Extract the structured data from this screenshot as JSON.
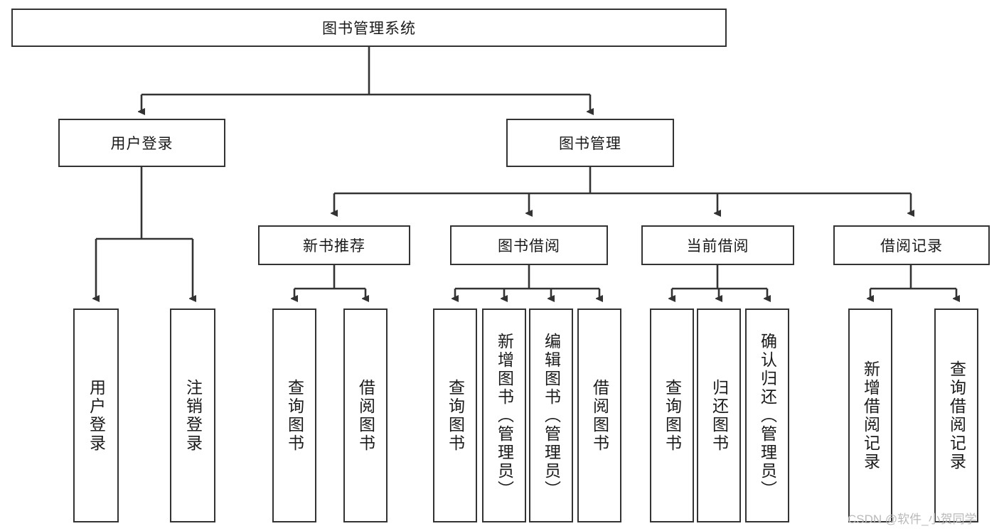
{
  "diagram": {
    "title": "图书管理系统",
    "orientation": "top-down-tree",
    "root": {
      "id": "root",
      "label": "图书管理系统"
    },
    "level2": [
      {
        "id": "user-login",
        "label": "用户登录"
      },
      {
        "id": "book-manage",
        "label": "图书管理"
      }
    ],
    "level3": [
      {
        "id": "new-book-recommend",
        "label": "新书推荐",
        "parent": "book-manage"
      },
      {
        "id": "book-borrow",
        "label": "图书借阅",
        "parent": "book-manage"
      },
      {
        "id": "current-borrow",
        "label": "当前借阅",
        "parent": "book-manage"
      },
      {
        "id": "borrow-record",
        "label": "借阅记录",
        "parent": "book-manage"
      }
    ],
    "leaves": [
      {
        "id": "leaf-user-login",
        "label": "用户登录",
        "parent": "user-login"
      },
      {
        "id": "leaf-user-logout",
        "label": "注销登录",
        "parent": "user-login"
      },
      {
        "id": "leaf-query-book-1",
        "label": "查询图书",
        "parent": "new-book-recommend"
      },
      {
        "id": "leaf-borrow-book-1",
        "label": "借阅图书",
        "parent": "new-book-recommend"
      },
      {
        "id": "leaf-query-book-2",
        "label": "查询图书",
        "parent": "book-borrow"
      },
      {
        "id": "leaf-add-book",
        "label": "新增图书（管理员）",
        "parent": "book-borrow"
      },
      {
        "id": "leaf-edit-book",
        "label": "编辑图书（管理员）",
        "parent": "book-borrow"
      },
      {
        "id": "leaf-borrow-book-2",
        "label": "借阅图书",
        "parent": "book-borrow"
      },
      {
        "id": "leaf-query-book-3",
        "label": "查询图书",
        "parent": "current-borrow"
      },
      {
        "id": "leaf-return-book",
        "label": "归还图书",
        "parent": "current-borrow"
      },
      {
        "id": "leaf-confirm-return",
        "label": "确认归还（管理员）",
        "parent": "current-borrow"
      },
      {
        "id": "leaf-add-record",
        "label": "新增借阅记录",
        "parent": "borrow-record"
      },
      {
        "id": "leaf-query-record",
        "label": "查询借阅记录",
        "parent": "borrow-record"
      }
    ],
    "colors": {
      "stroke": "#333333",
      "fill": "#ffffff",
      "text": "#1a1a1a",
      "watermark": "#b9b9b9"
    }
  },
  "watermark": {
    "text": "CSDN @软件_小贺同学"
  }
}
